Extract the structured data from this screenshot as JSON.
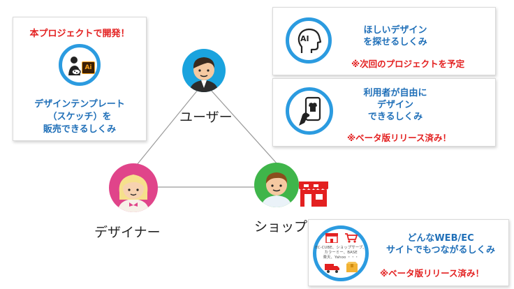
{
  "designer_box": {
    "headline": "本プロジェクトで開発！",
    "desc_line1": "デザインテンプレート",
    "desc_line2": "（スケッチ）を",
    "desc_line3": "販売できるしくみ",
    "ai_badge": "Ai",
    "icon": "designer-palette-icon"
  },
  "ai_box": {
    "title_line1": "ほしいデザイン",
    "title_line2": "を探せるしくみ",
    "note": "※次回のプロジェクトを予定",
    "ai_text": "AI",
    "icon": "ai-head-icon"
  },
  "phone_box": {
    "title_line1": "利用者が自由に",
    "title_line2": "デザイン",
    "title_line3": "できるしくみ",
    "note": "※ベータ版リリース済み！",
    "icon": "smartphone-tshirt-icon"
  },
  "ec_box": {
    "title_line1": "どんなWEB/EC",
    "title_line2": "サイトでもつながるしくみ",
    "note": "※ベータ版リリース済み！",
    "small_line1": "EC-CUBE、ショップサーブ、",
    "small_line2": "カラーミー、BASE",
    "small_line3": "楽天、Yahoo ・・・",
    "icon": "ecommerce-icon"
  },
  "nodes": {
    "user": "ユーザー",
    "designer": "デザイナー",
    "shop": "ショップ"
  },
  "colors": {
    "red": "#e32020",
    "blue": "#1f6fb8",
    "ring_blue": "#2b9be0",
    "user_circle": "#1aa3de",
    "designer_circle": "#e0448a",
    "shop_circle": "#3fb54a"
  }
}
